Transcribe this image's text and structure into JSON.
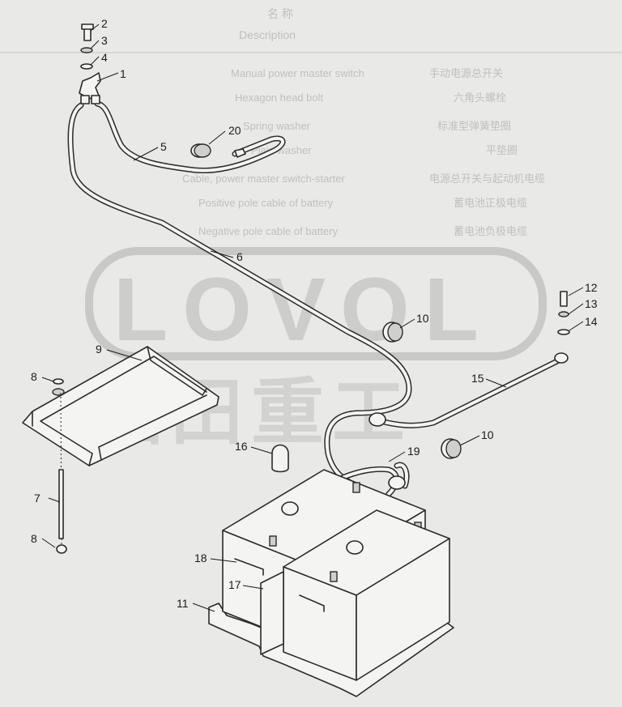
{
  "background_sheet": {
    "header_cn": "名 称",
    "header_en": "Description",
    "rows_cn": [
      "手动电源总开关",
      "六角头螺栓",
      "标准型弹簧垫圈",
      "平垫圈",
      "电源总开关与起动机电缆",
      "蓄电池正极电缆",
      "蓄电池负极电缆"
    ],
    "rows_en": [
      "Manual power master switch",
      "Hexagon head bolt",
      "Spring washer",
      "Plain washer",
      "Cable, power master switch-starter",
      "Positive pole cable of battery",
      "Negative pole cable of battery"
    ],
    "logo_text": "LOVOL",
    "watermark_cn": "福田重工"
  },
  "callouts": [
    {
      "id": "1",
      "label": "1"
    },
    {
      "id": "2",
      "label": "2"
    },
    {
      "id": "3",
      "label": "3"
    },
    {
      "id": "4",
      "label": "4"
    },
    {
      "id": "5",
      "label": "5"
    },
    {
      "id": "6",
      "label": "6"
    },
    {
      "id": "7",
      "label": "7"
    },
    {
      "id": "8a",
      "label": "8"
    },
    {
      "id": "8b",
      "label": "8"
    },
    {
      "id": "9",
      "label": "9"
    },
    {
      "id": "10a",
      "label": "10"
    },
    {
      "id": "10b",
      "label": "10"
    },
    {
      "id": "11",
      "label": "11"
    },
    {
      "id": "12",
      "label": "12"
    },
    {
      "id": "13",
      "label": "13"
    },
    {
      "id": "14",
      "label": "14"
    },
    {
      "id": "15",
      "label": "15"
    },
    {
      "id": "16",
      "label": "16"
    },
    {
      "id": "17",
      "label": "17"
    },
    {
      "id": "18",
      "label": "18"
    },
    {
      "id": "19",
      "label": "19"
    },
    {
      "id": "20",
      "label": "20"
    }
  ]
}
